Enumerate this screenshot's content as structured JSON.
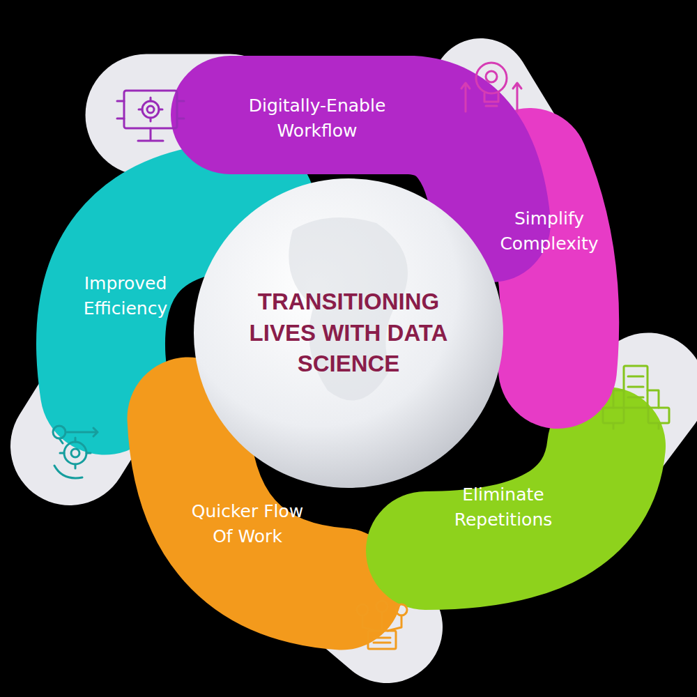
{
  "diagram": {
    "nodes": [
      {
        "text": [
          "TRANSITIONING LIVES WITH DATA SCIENCE"
        ]
      },
      {
        "text": [
          "Digitally-Enable Workflow"
        ]
      },
      {
        "text": [
          "Simplify Complexity"
        ]
      },
      {
        "text": [
          "Eliminate Repetitions"
        ]
      },
      {
        "text": [
          "Quicker Flow Of Work"
        ]
      },
      {
        "text": [
          "Improved Efficiency"
        ]
      }
    ]
  }
}
